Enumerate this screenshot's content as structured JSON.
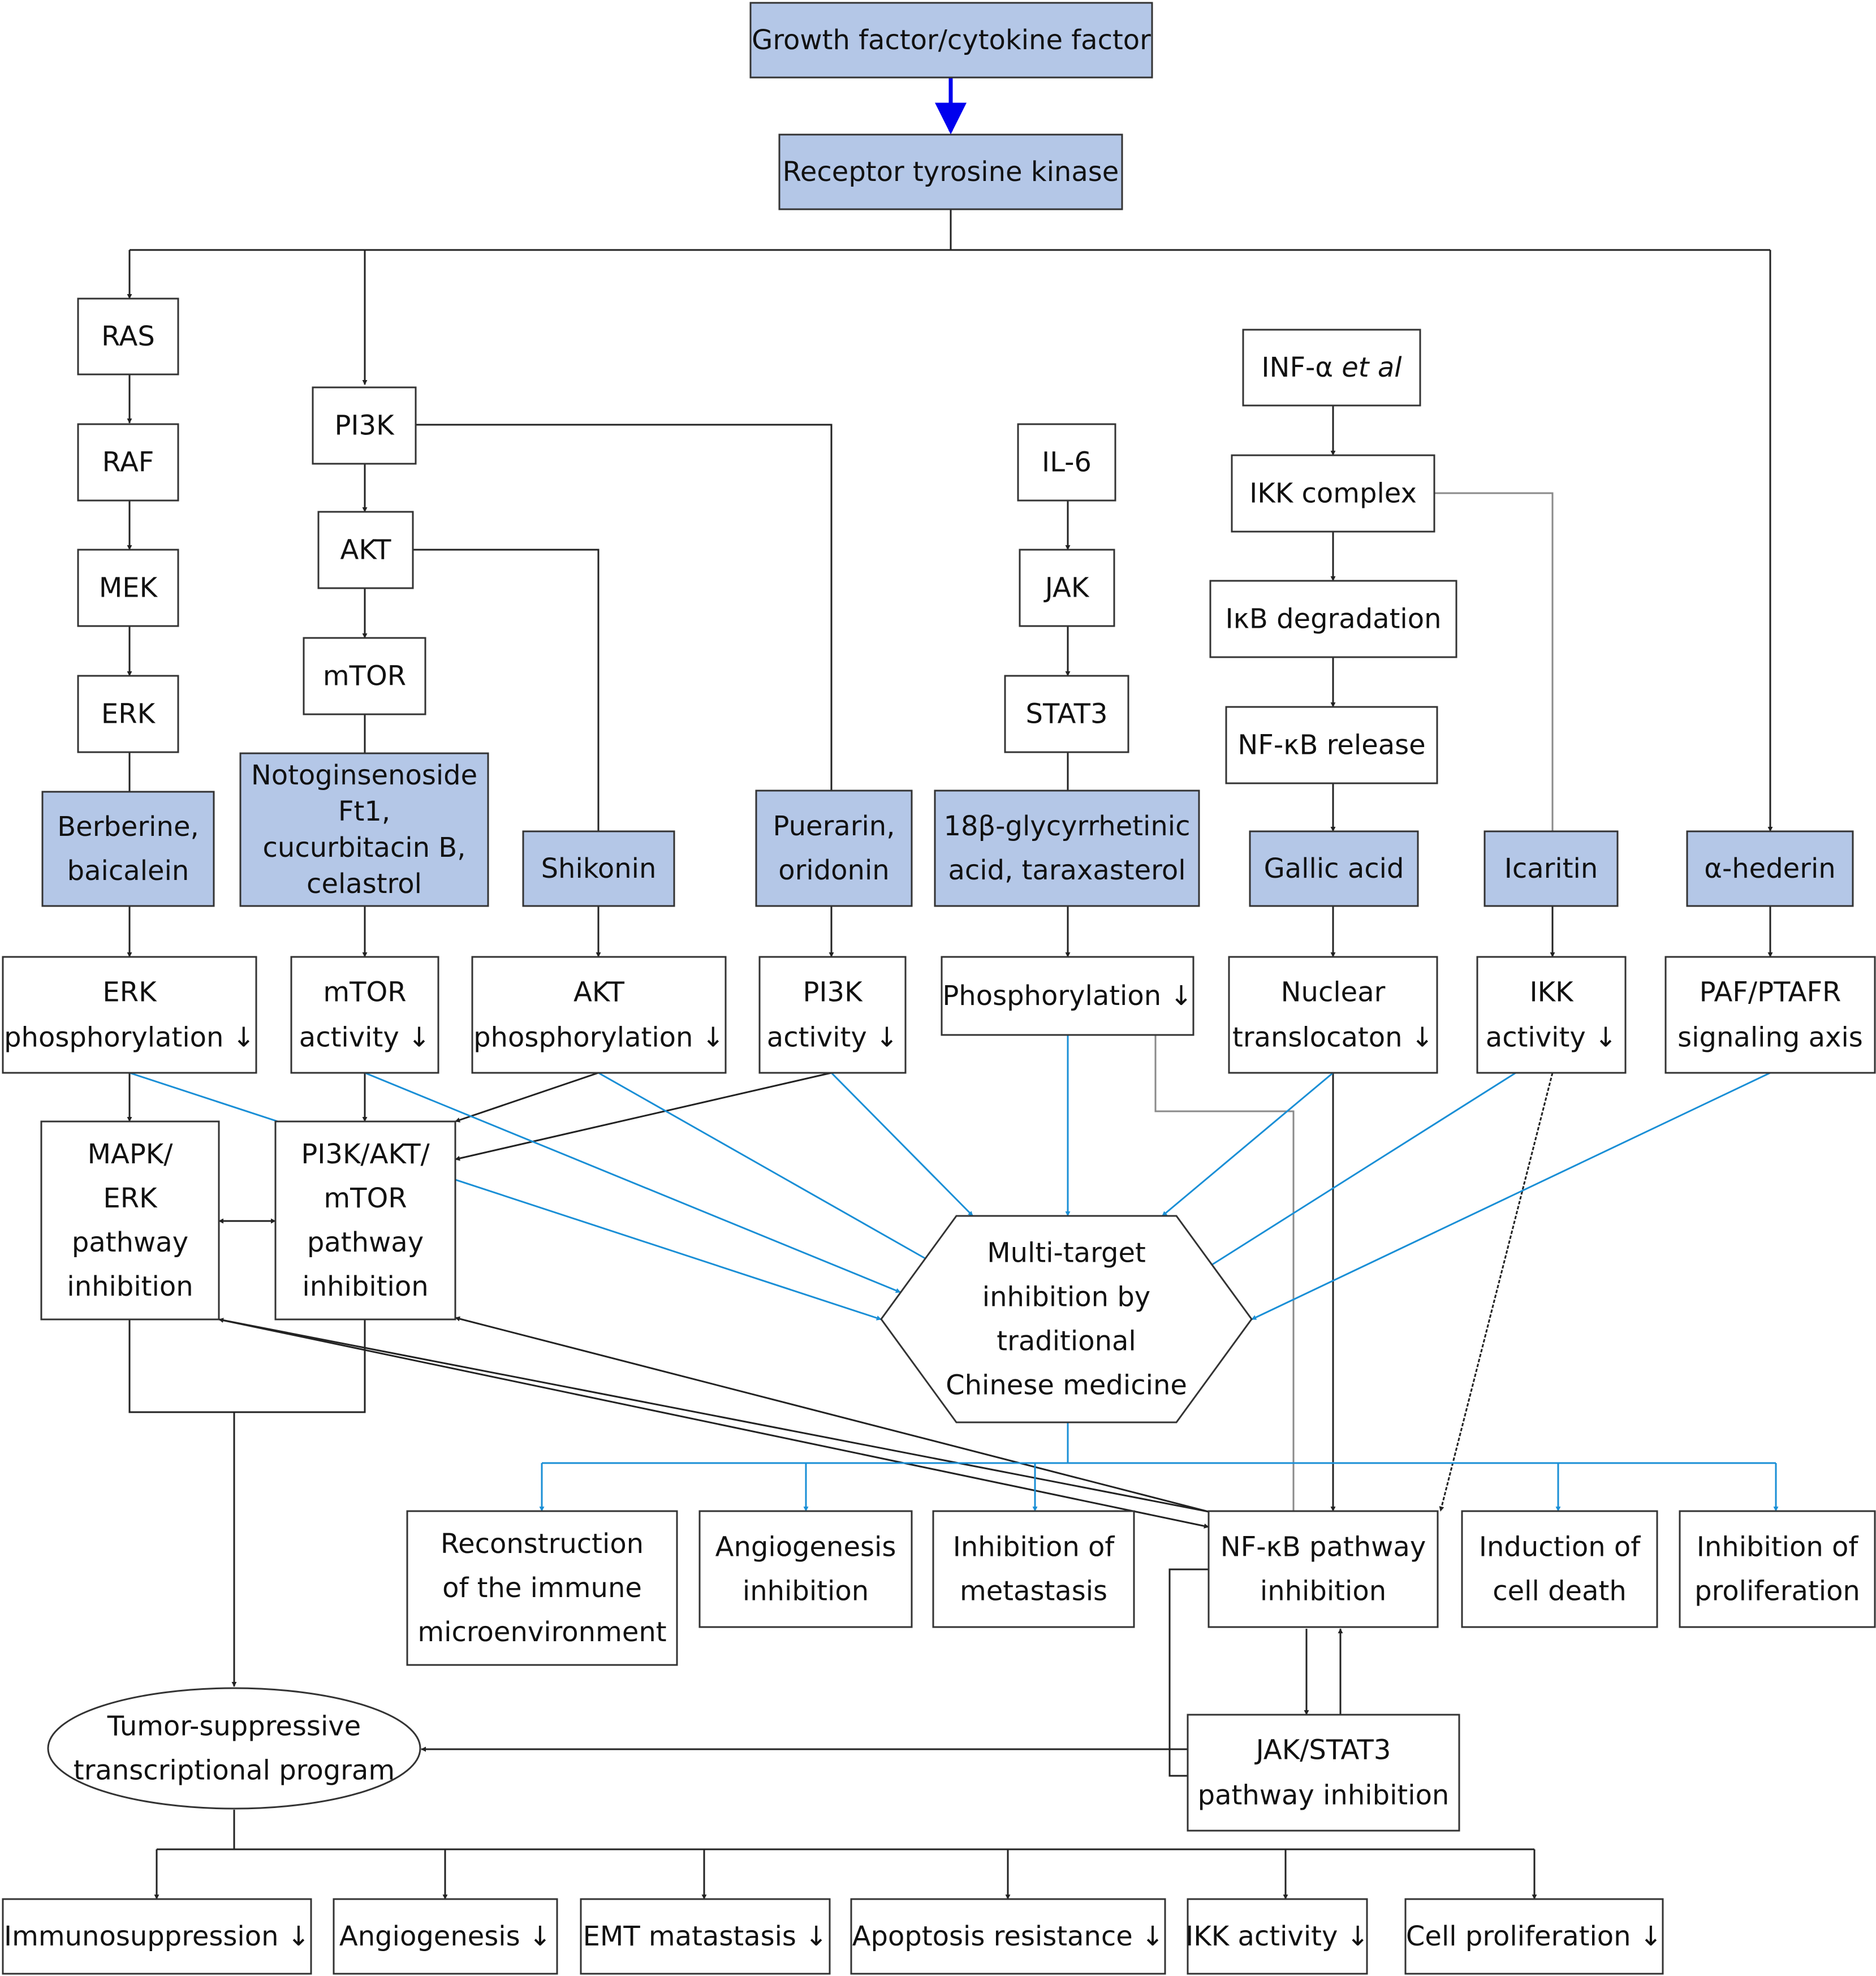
{
  "colors": {
    "box_fill_highlight": "#b4c7e7",
    "box_fill_plain": "#ffffff",
    "box_stroke": "#333333",
    "black_arrow": "#222222",
    "blue_arrow": "#1a8fd6",
    "top_arrow": "#0000ee",
    "gray_line": "#8a8a8a"
  },
  "nodes": {
    "growth_factor": [
      "Growth factor/cytokine factor"
    ],
    "rtk": [
      "Receptor tyrosine kinase"
    ],
    "ras": [
      "RAS"
    ],
    "raf": [
      "RAF"
    ],
    "mek": [
      "MEK"
    ],
    "erk": [
      "ERK"
    ],
    "pi3k": [
      "PI3K"
    ],
    "akt": [
      "AKT"
    ],
    "mtor": [
      "mTOR"
    ],
    "il6": [
      "IL-6"
    ],
    "jak": [
      "JAK"
    ],
    "stat3": [
      "STAT3"
    ],
    "inf": [
      "INF-α et al"
    ],
    "ikk_complex": [
      "IKK complex"
    ],
    "ikb": [
      "IκB degradation"
    ],
    "nfkb_release": [
      "NF-κB release"
    ],
    "berberine": [
      "Berberine,",
      "baicalein"
    ],
    "notoginsenoside": [
      "Notoginsenoside",
      "Ft1,",
      "cucurbitacin B,",
      "celastrol"
    ],
    "shikonin": [
      "Shikonin"
    ],
    "puerarin": [
      "Puerarin,",
      "oridonin"
    ],
    "glycyrrhetinic": [
      "18β-glycyrrhetinic",
      "acid, taraxasterol"
    ],
    "gallic": [
      "Gallic acid"
    ],
    "icaritin": [
      "Icaritin"
    ],
    "hederin": [
      "α-hederin"
    ],
    "erk_phos": [
      "ERK",
      "phosphorylation ↓"
    ],
    "mtor_act": [
      "mTOR",
      "activity ↓"
    ],
    "akt_phos": [
      "AKT",
      "phosphorylation ↓"
    ],
    "pi3k_act": [
      "PI3K",
      "activity ↓"
    ],
    "phos": [
      "Phosphorylation ↓"
    ],
    "nuclear": [
      "Nuclear",
      "translocaton ↓"
    ],
    "ikk_act": [
      "IKK",
      "activity ↓"
    ],
    "paf": [
      "PAF/PTAFR",
      "signaling axis"
    ],
    "mapk": [
      "MAPK/",
      "ERK",
      "pathway",
      "inhibition"
    ],
    "pi3k_path": [
      "PI3K/AKT/",
      "mTOR",
      "pathway",
      "inhibition"
    ],
    "multi": [
      "Multi-target",
      "inhibition by",
      "traditional",
      "Chinese medicine"
    ],
    "reconstruction": [
      "Reconstruction",
      "of the immune",
      "microenvironment"
    ],
    "angio_inh": [
      "Angiogenesis",
      "inhibition"
    ],
    "metastasis": [
      "Inhibition of",
      "metastasis"
    ],
    "nfkb_path": [
      "NF-κB pathway",
      "inhibition"
    ],
    "cell_death": [
      "Induction of",
      "cell death"
    ],
    "prolif": [
      "Inhibition of",
      "proliferation"
    ],
    "jakstat": [
      "JAK/STAT3",
      "pathway inhibition"
    ],
    "tumor": [
      "Tumor-suppressive",
      "transcriptional program"
    ],
    "immuno": [
      "Immunosuppression ↓"
    ],
    "angio": [
      "Angiogenesis ↓"
    ],
    "emt": [
      "EMT matastasis ↓"
    ],
    "apoptosis": [
      "Apoptosis resistance ↓"
    ],
    "ikk_bottom": [
      "IKK activity ↓"
    ],
    "cell_prolif": [
      "Cell proliferation ↓"
    ]
  }
}
